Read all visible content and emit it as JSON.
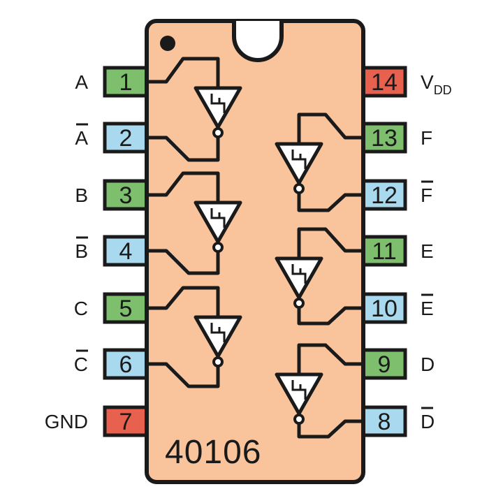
{
  "chip": {
    "part_number": "40106",
    "body_color": "#f9c49c",
    "outline_color": "#1a1a1a"
  },
  "colors": {
    "input": "#7ebf6e",
    "output": "#a9d9ee",
    "power": "#e8604e"
  },
  "pins": [
    {
      "number": "1",
      "label": "A",
      "inverted": false,
      "kind": "input"
    },
    {
      "number": "2",
      "label": "A",
      "inverted": true,
      "kind": "output"
    },
    {
      "number": "3",
      "label": "B",
      "inverted": false,
      "kind": "input"
    },
    {
      "number": "4",
      "label": "B",
      "inverted": true,
      "kind": "output"
    },
    {
      "number": "5",
      "label": "C",
      "inverted": false,
      "kind": "input"
    },
    {
      "number": "6",
      "label": "C",
      "inverted": true,
      "kind": "output"
    },
    {
      "number": "7",
      "label": "GND",
      "inverted": false,
      "kind": "power"
    },
    {
      "number": "8",
      "label": "D",
      "inverted": true,
      "kind": "output"
    },
    {
      "number": "9",
      "label": "D",
      "inverted": false,
      "kind": "input"
    },
    {
      "number": "10",
      "label": "E",
      "inverted": true,
      "kind": "output"
    },
    {
      "number": "11",
      "label": "E",
      "inverted": false,
      "kind": "input"
    },
    {
      "number": "12",
      "label": "F",
      "inverted": true,
      "kind": "output"
    },
    {
      "number": "13",
      "label": "F",
      "inverted": false,
      "kind": "input"
    },
    {
      "number": "14",
      "label": "V",
      "subscript": "DD",
      "inverted": false,
      "kind": "power"
    }
  ],
  "gates": [
    {
      "name": "A",
      "input_pin": "1",
      "output_pin": "2"
    },
    {
      "name": "B",
      "input_pin": "3",
      "output_pin": "4"
    },
    {
      "name": "C",
      "input_pin": "5",
      "output_pin": "6"
    },
    {
      "name": "F",
      "input_pin": "13",
      "output_pin": "12"
    },
    {
      "name": "E",
      "input_pin": "11",
      "output_pin": "10"
    },
    {
      "name": "D",
      "input_pin": "9",
      "output_pin": "8"
    }
  ],
  "icons": {
    "gate": "schmitt-trigger-inverter-icon",
    "pin1_marker": "pin1-dot-icon",
    "notch": "chip-notch-icon"
  }
}
